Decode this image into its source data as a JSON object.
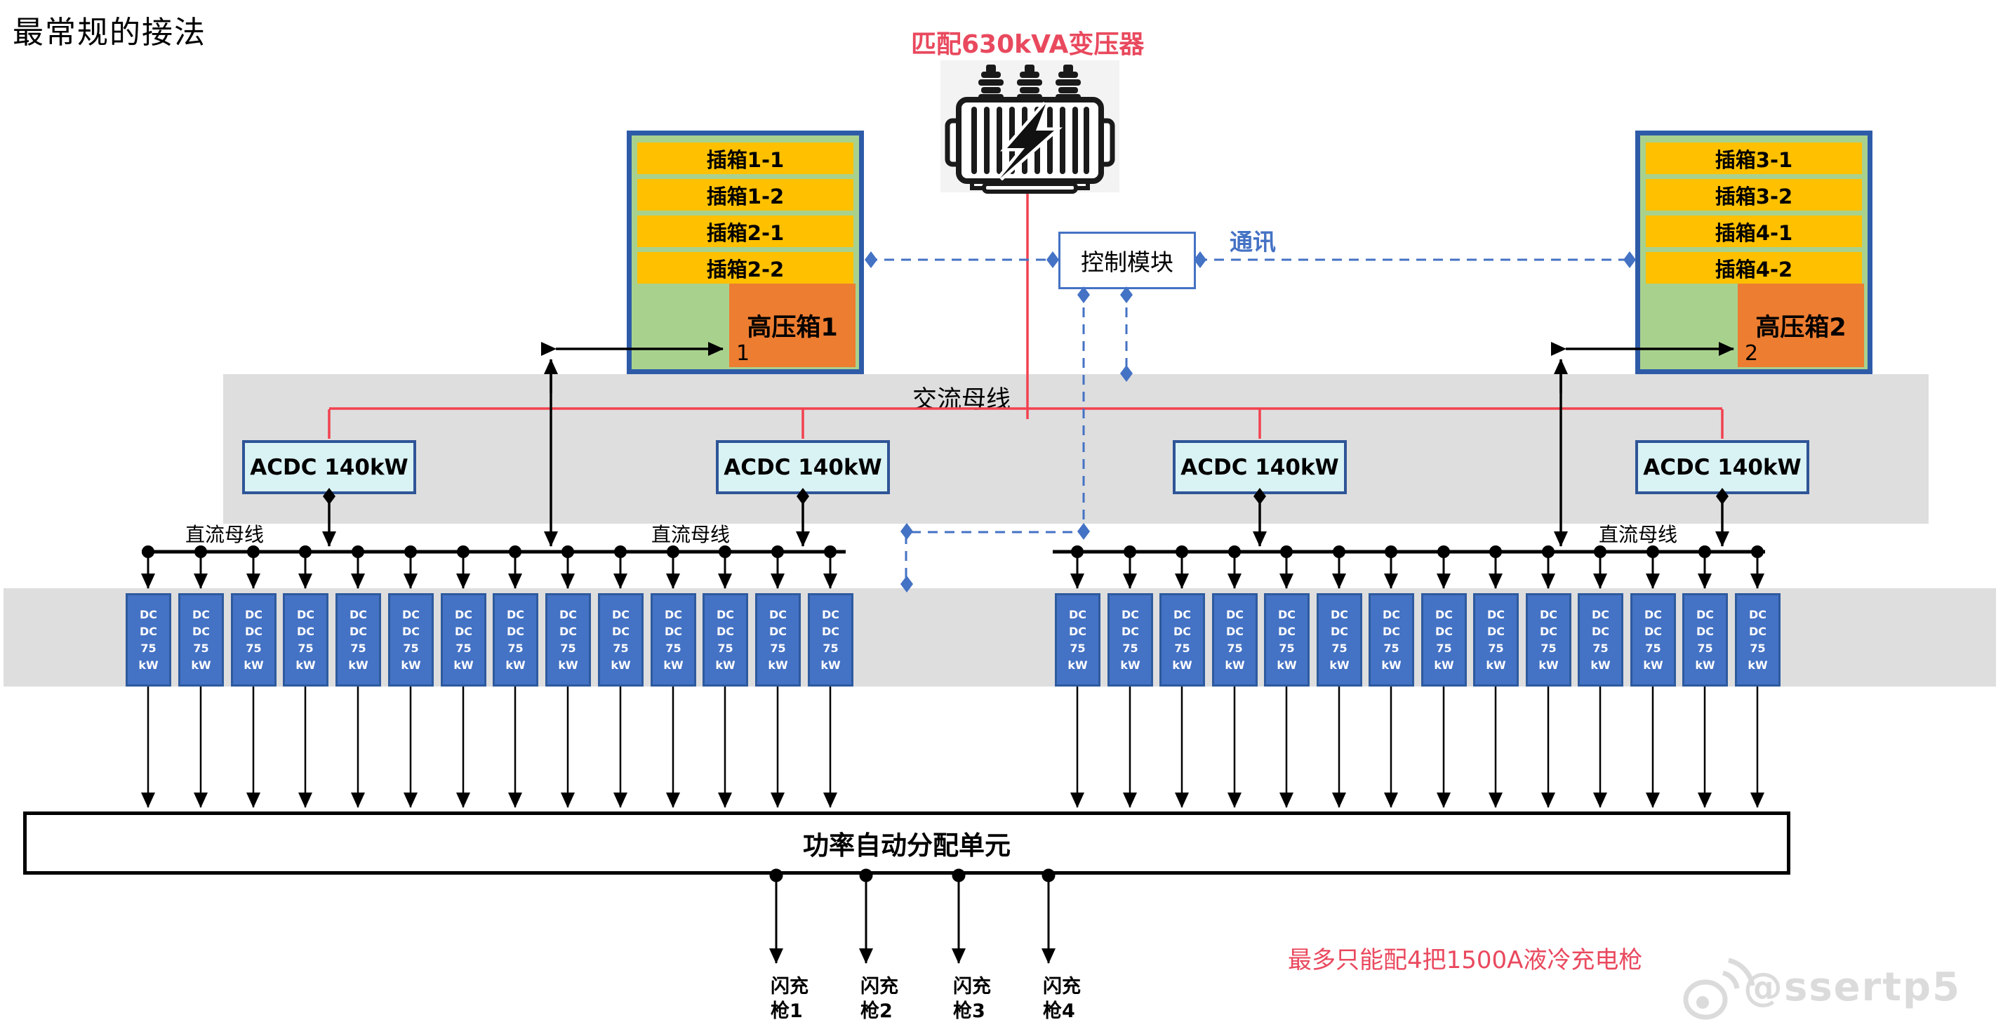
{
  "title": "最常规的接法",
  "transformer_label": "匹配630kVA变压器",
  "cabinet_left": {
    "slots": [
      "插箱1-1",
      "插箱1-2",
      "插箱2-1",
      "插箱2-2"
    ],
    "hv_label": "高压箱1",
    "hv_num": "1"
  },
  "cabinet_right": {
    "slots": [
      "插箱3-1",
      "插箱3-2",
      "插箱4-1",
      "插箱4-2"
    ],
    "hv_label": "高压箱2",
    "hv_num": "2"
  },
  "control_module_label": "控制模块",
  "comm_label": "通讯",
  "ac_bus_label": "交流母线",
  "dc_bus_label": "直流母线",
  "acdc_units": [
    "ACDC 140kW",
    "ACDC 140kW",
    "ACDC 140kW",
    "ACDC 140kW"
  ],
  "dcdc_module": {
    "lines": [
      "DC",
      "DC",
      "75",
      "kW"
    ],
    "left_count": 14,
    "right_count": 14
  },
  "pdu_label": "功率自动分配单元",
  "guns": [
    {
      "l1": "闪充",
      "l2": "枪1"
    },
    {
      "l1": "闪充",
      "l2": "枪2"
    },
    {
      "l1": "闪充",
      "l2": "枪3"
    },
    {
      "l1": "闪充",
      "l2": "枪4"
    }
  ],
  "note": "最多只能配4把1500A液冷充电枪",
  "watermark": "@ssertp5",
  "colors": {
    "red_line": "#f2414f",
    "red_text": "#e9495e",
    "comm_blue": "#4472c4",
    "slot_yellow": "#ffc000",
    "cabinet_green": "#a9d18e",
    "hv_orange": "#ed7d31",
    "module_blue": "#4472c4",
    "acdc_fill": "#d9f2f4",
    "band_gray": "#dedede"
  }
}
